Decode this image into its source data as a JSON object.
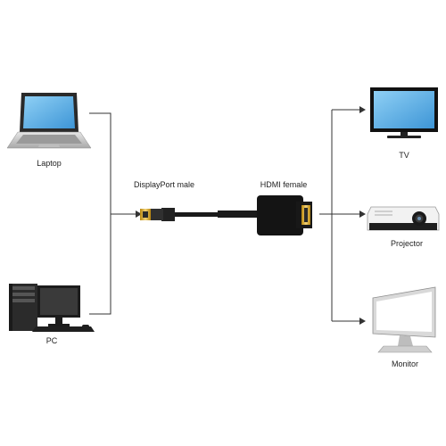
{
  "sources": [
    {
      "label": "Laptop",
      "icon": "laptop-icon"
    },
    {
      "label": "PC",
      "icon": "desktop-pc-icon"
    }
  ],
  "adapter": {
    "input_label": "DisplayPort male",
    "output_label": "HDMI female"
  },
  "outputs": [
    {
      "label": "TV",
      "icon": "tv-icon"
    },
    {
      "label": "Projector",
      "icon": "projector-icon"
    },
    {
      "label": "Monitor",
      "icon": "monitor-icon"
    }
  ],
  "colors": {
    "line": "#333333",
    "screen": "#5fb4e8",
    "device_body": "#c8c8c8",
    "cable": "#1a1a1a"
  }
}
